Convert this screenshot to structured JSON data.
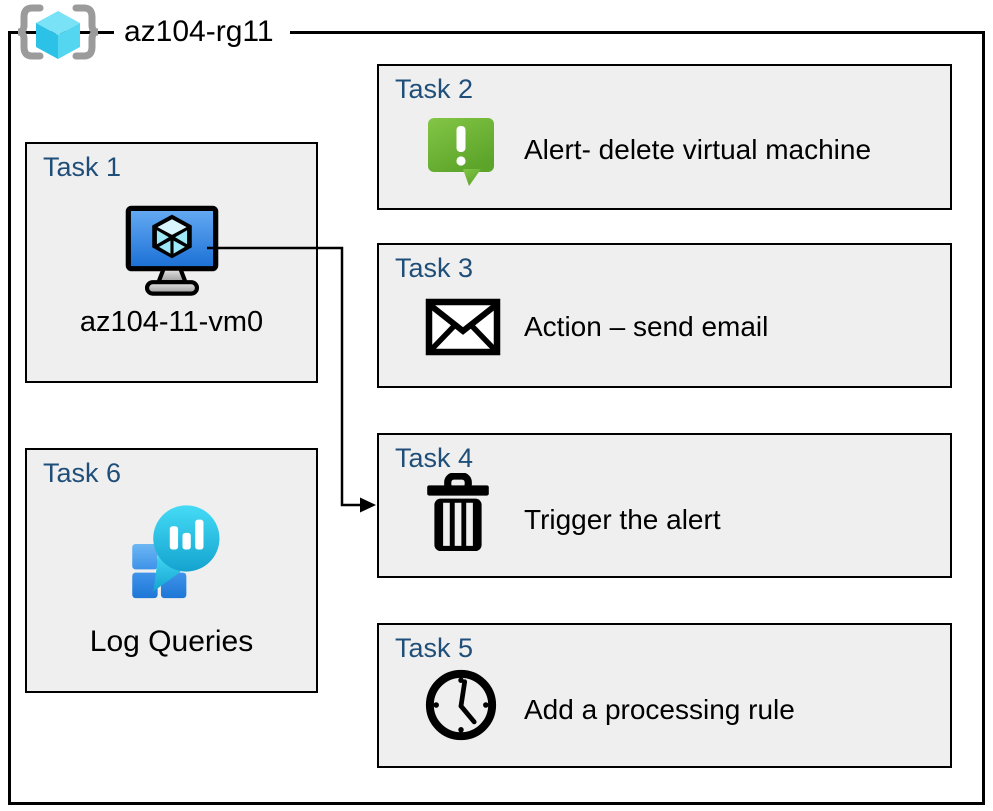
{
  "resource_group": {
    "label": "az104-rg11",
    "icon": "resource-group-icon"
  },
  "tasks": [
    {
      "title": "Task 1",
      "label": "az104-11-vm0",
      "icon": "virtual-machine-icon"
    },
    {
      "title": "Task 2",
      "label": "Alert- delete virtual machine",
      "icon": "alert-icon"
    },
    {
      "title": "Task 3",
      "label": "Action – send email",
      "icon": "email-icon"
    },
    {
      "title": "Task 4",
      "label": "Trigger the alert",
      "icon": "trash-icon"
    },
    {
      "title": "Task 5",
      "label": "Add a processing rule",
      "icon": "clock-icon"
    },
    {
      "title": "Task 6",
      "label": "Log Queries",
      "icon": "log-queries-icon"
    }
  ],
  "connector": {
    "from": "Task 1 virtual machine",
    "to": "Task 4"
  },
  "colors": {
    "task_title": "#1f4e79",
    "box_fill": "#efefef",
    "border": "#000000",
    "alert_green": "#6fba36",
    "monitor_blue": "#2e7fe0",
    "cube_cyan": "#50e6ff",
    "log_teal": "#2cc3e8",
    "tile_blue": "#2e86e2",
    "brace_gray": "#9b9b9b"
  }
}
